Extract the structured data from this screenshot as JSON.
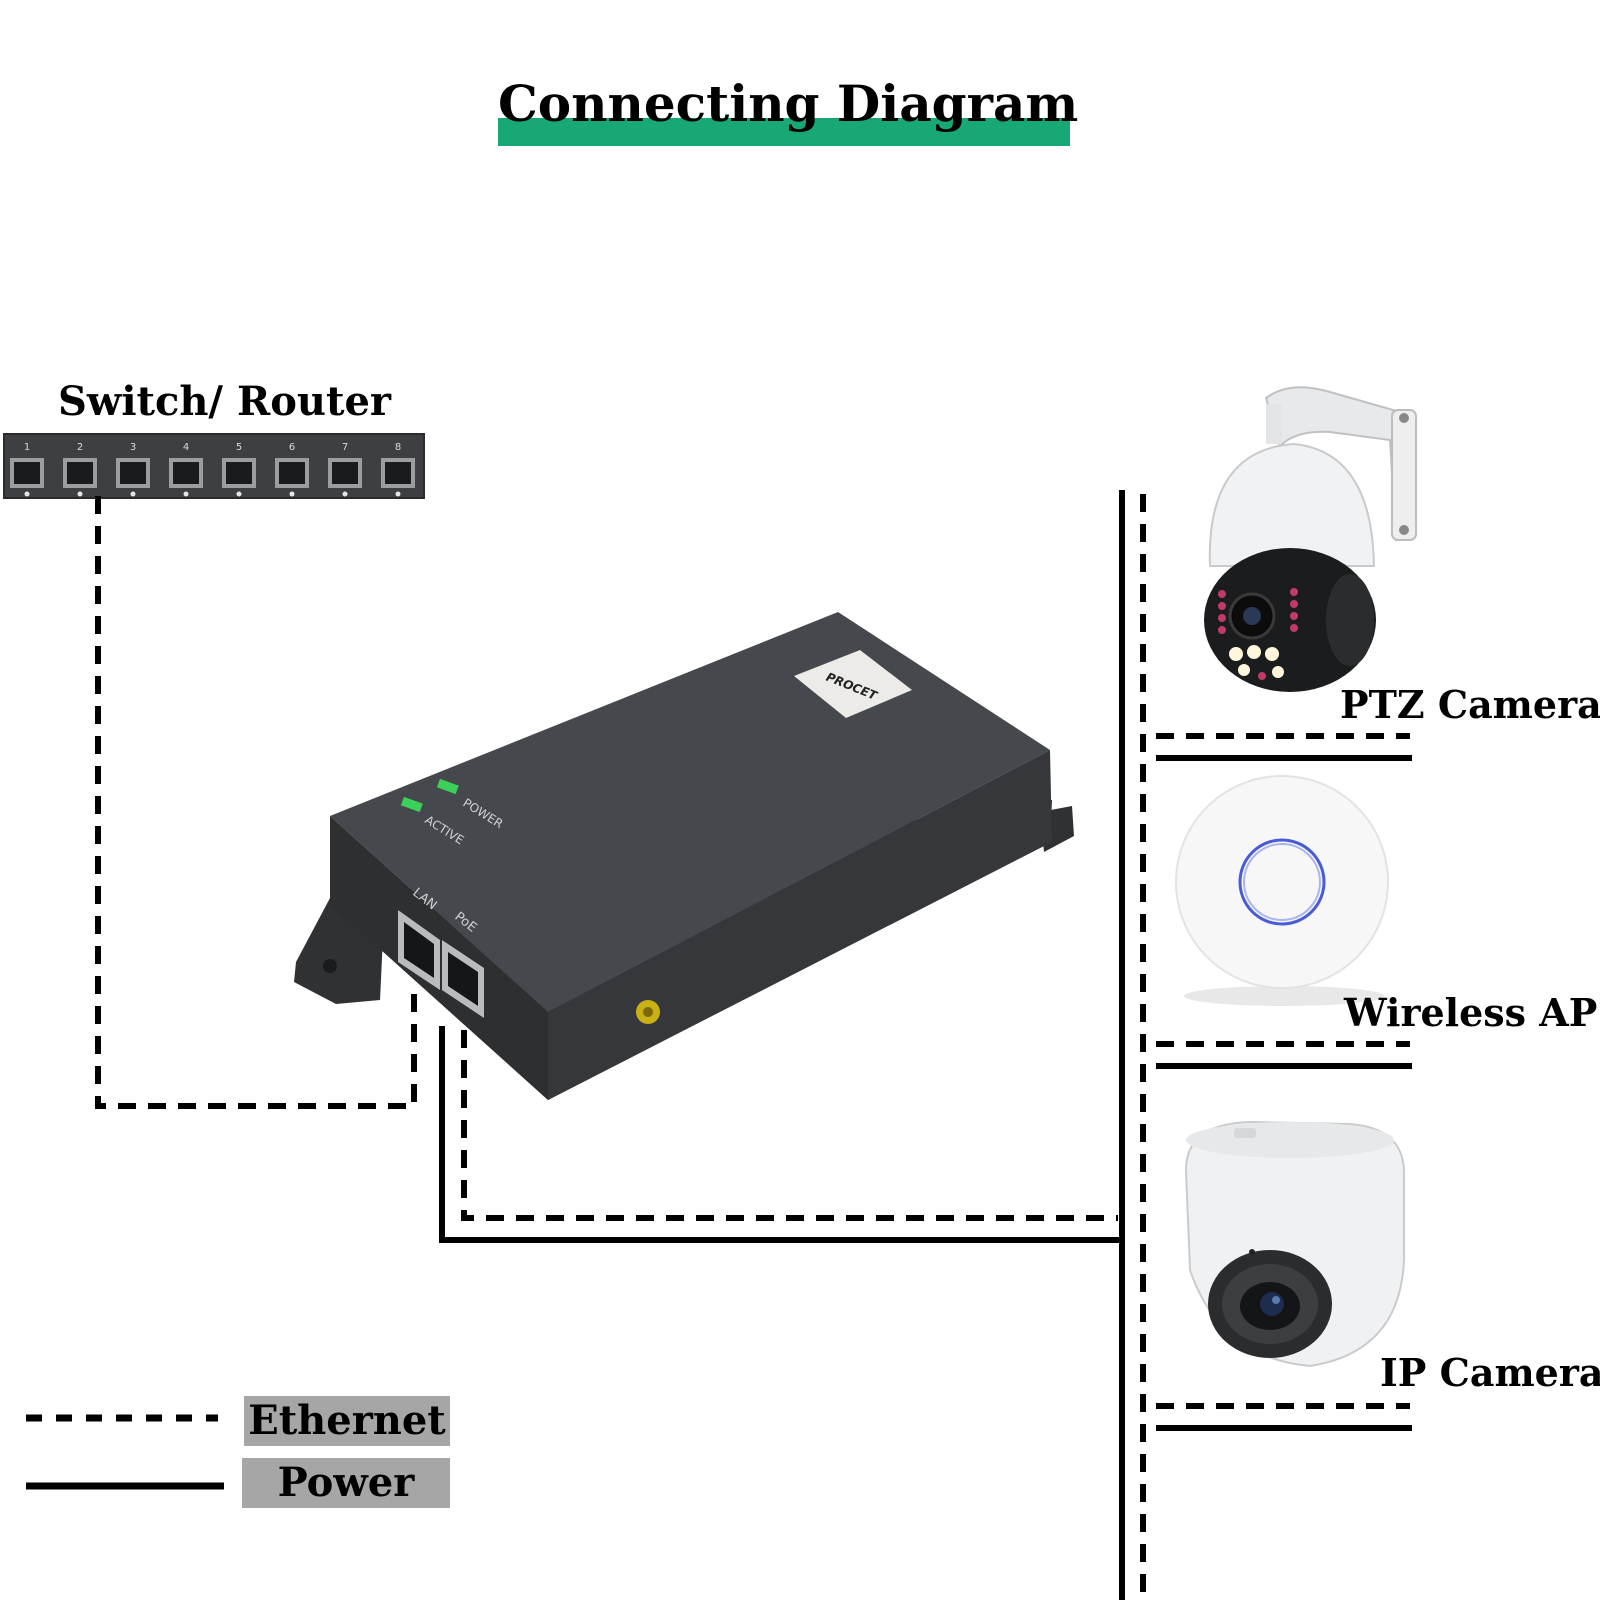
{
  "title": "Connecting Diagram",
  "colors": {
    "title_bar": "#18a874",
    "legend_box": "#a6a6a6",
    "line": "#000000",
    "device_body": "#3a3c3f",
    "led_green": "#3ccf5a",
    "ap_ring": "#4a5bd8"
  },
  "devices": {
    "switch": {
      "label": "Switch/ Router",
      "port_numbers": [
        "1",
        "2",
        "3",
        "4",
        "5",
        "6",
        "7",
        "8"
      ]
    },
    "injector": {
      "brand": "PROCET",
      "leds": [
        "POWER",
        "ACTIVE"
      ],
      "ports": [
        "LAN",
        "PoE"
      ]
    },
    "ptz_camera": {
      "label": "PTZ Camera",
      "icon": "ptz-camera-icon"
    },
    "wireless_ap": {
      "label": "Wireless AP",
      "icon": "wireless-ap-icon"
    },
    "ip_camera": {
      "label": "IP Camera",
      "icon": "dome-camera-icon"
    }
  },
  "legend": {
    "ethernet": "Ethernet",
    "power": "Power"
  }
}
